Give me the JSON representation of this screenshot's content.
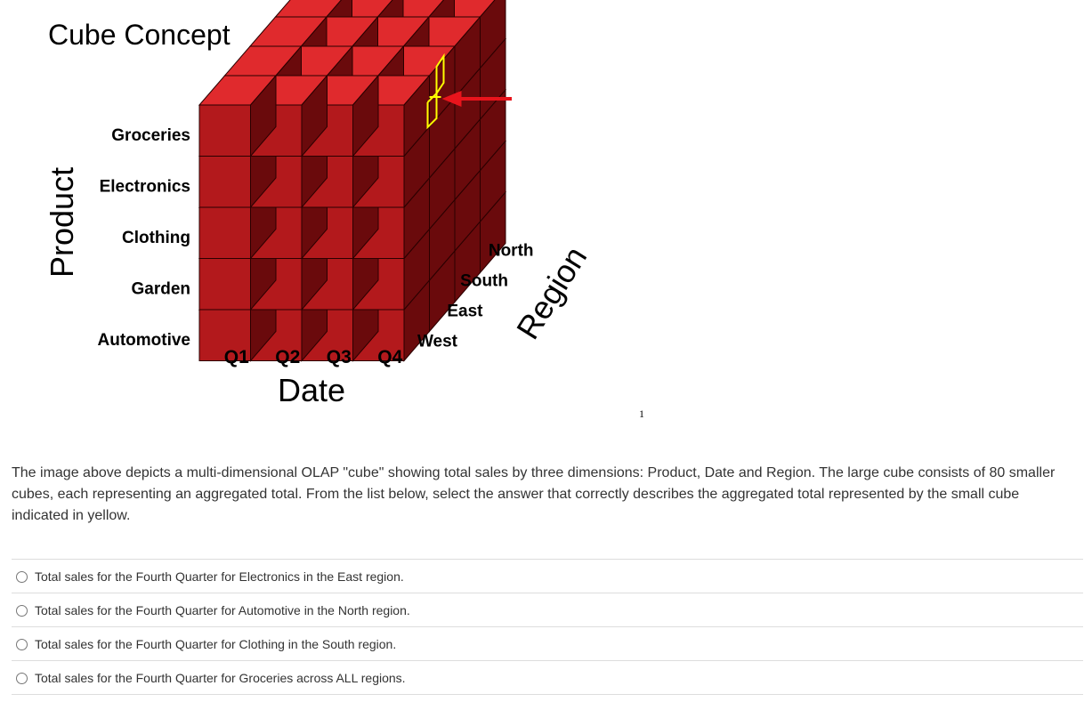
{
  "figure": {
    "title": "Cube Concept",
    "product_axis_label": "Product",
    "date_axis_label": "Date",
    "region_axis_label": "Region",
    "products": [
      "Groceries",
      "Electronics",
      "Clothing",
      "Garden",
      "Automotive"
    ],
    "quarters": [
      "Q1",
      "Q2",
      "Q3",
      "Q4"
    ],
    "regions": [
      "North",
      "South",
      "East",
      "West"
    ],
    "colors": {
      "cube_front": "#b3191c",
      "cube_top": "#e02a2d",
      "cube_side": "#6a0a0c",
      "cube_edge": "#2a0000",
      "highlight": "#ffff00",
      "arrow": "#e8141c"
    },
    "highlight": {
      "product": "Groceries",
      "quarter": "Q4",
      "region": "East"
    },
    "page_number": "1"
  },
  "question": {
    "text": "The image above depicts a multi-dimensional OLAP \"cube\" showing total sales by three dimensions:  Product, Date and Region. The large cube consists of 80 smaller cubes, each representing an aggregated total.   From the list below, select the answer that correctly describes the aggregated total represented by the small cube indicated in yellow."
  },
  "answers": [
    {
      "label": "Total sales for the Fourth Quarter for Electronics in the East region."
    },
    {
      "label": "Total sales for the Fourth Quarter for Automotive in the North region."
    },
    {
      "label": "Total sales for the Fourth Quarter for Clothing in the South region."
    },
    {
      "label": "Total sales for the Fourth Quarter for Groceries across ALL regions."
    }
  ]
}
